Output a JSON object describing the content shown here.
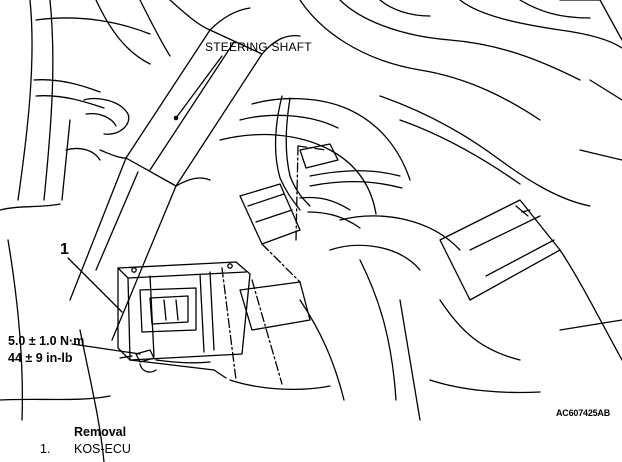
{
  "labels": {
    "steering_shaft": "STEERING SHAFT",
    "callout_1": "1",
    "torque_nm": "5.0 ± 1.0 N·m",
    "torque_inlb": "44 ± 9 in-lb",
    "figure_code": "AC607425AB"
  },
  "legend": {
    "heading": "Removal",
    "items": [
      {
        "number": "1.",
        "name": "KOS-ECU"
      }
    ]
  }
}
